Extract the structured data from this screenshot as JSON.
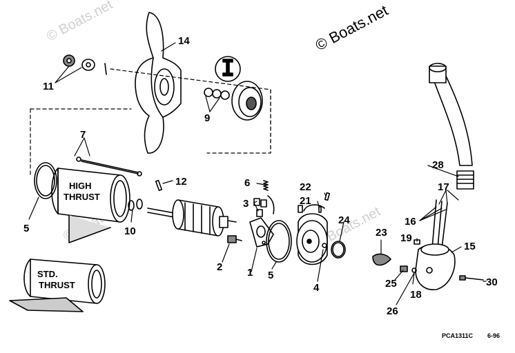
{
  "watermarks": {
    "main": "© Boats.net",
    "faint": "© Boats.net"
  },
  "callouts": {
    "c1": "1",
    "c2": "2",
    "c3": "3",
    "c4": "4",
    "c5a": "5",
    "c5b": "5",
    "c6": "6",
    "c7": "7",
    "c9": "9",
    "c10": "10",
    "c11": "11",
    "c12": "12",
    "c14": "14",
    "c15": "15",
    "c16": "16",
    "c17": "17",
    "c18": "18",
    "c19": "19",
    "c21": "21",
    "c22": "22",
    "c23": "23",
    "c24": "24",
    "c25": "25",
    "c26": "26",
    "c28": "28",
    "c30": "30"
  },
  "parts": {
    "high_thrust_line1": "HIGH",
    "high_thrust_line2": "THRUST",
    "std_thrust_line1": "STD.",
    "std_thrust_line2": "THRUST"
  },
  "footer": {
    "code": "PCA1311C",
    "date": "6-96"
  }
}
